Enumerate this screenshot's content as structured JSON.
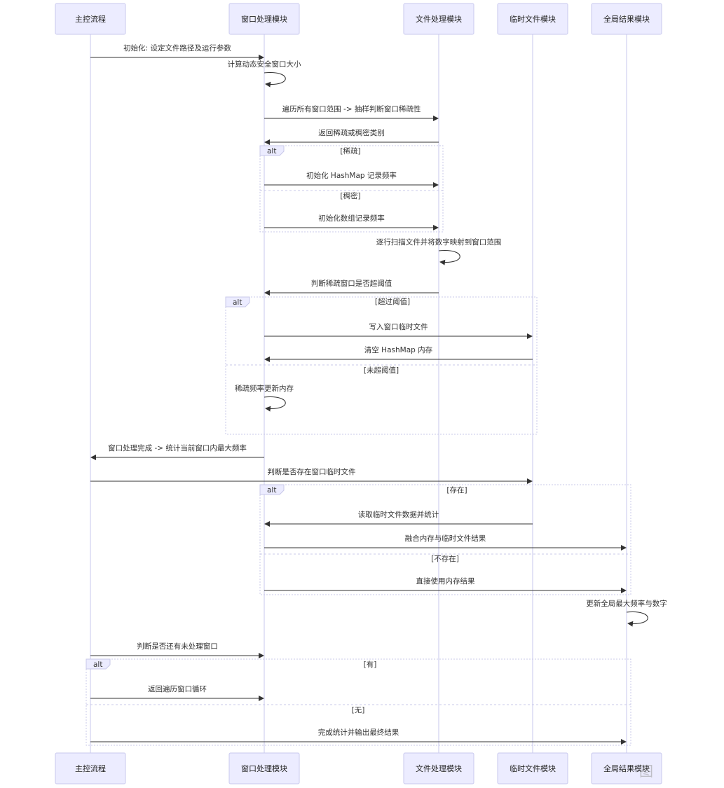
{
  "actors": [
    {
      "id": "main",
      "label": "主控流程"
    },
    {
      "id": "win",
      "label": "窗口处理模块"
    },
    {
      "id": "file",
      "label": "文件处理模块"
    },
    {
      "id": "tmp",
      "label": "临时文件模块"
    },
    {
      "id": "global",
      "label": "全局结果模块"
    }
  ],
  "messages": [
    {
      "from": "main",
      "to": "main",
      "label": ""
    },
    {
      "from": "main",
      "to": "win",
      "label": "初始化: 设定文件路径及运行参数"
    },
    {
      "from": "win",
      "to": "win",
      "label": "计算动态安全窗口大小"
    },
    {
      "from": "win",
      "to": "file",
      "label": "遍历所有窗口范围 -> 抽样判断窗口稀疏性"
    },
    {
      "from": "file",
      "to": "win",
      "label": "返回稀疏或稠密类别"
    },
    {
      "from": "win",
      "to": "file",
      "label": "初始化 HashMap 记录频率"
    },
    {
      "from": "win",
      "to": "file",
      "label": "初始化数组记录频率"
    },
    {
      "from": "file",
      "to": "file",
      "label": "逐行扫描文件并将数字映射到窗口范围"
    },
    {
      "from": "file",
      "to": "win",
      "label": "判断稀疏窗口是否超阈值"
    },
    {
      "from": "win",
      "to": "tmp",
      "label": "写入窗口临时文件"
    },
    {
      "from": "tmp",
      "to": "win",
      "label": "清空 HashMap 内存"
    },
    {
      "from": "win",
      "to": "win",
      "label": "稀疏频率更新内存"
    },
    {
      "from": "win",
      "to": "main",
      "label": "窗口处理完成 -> 统计当前窗口内最大频率"
    },
    {
      "from": "main",
      "to": "tmp",
      "label": "判断是否存在窗口临时文件"
    },
    {
      "from": "tmp",
      "to": "win",
      "label": "读取临时文件数据并统计"
    },
    {
      "from": "win",
      "to": "global",
      "label": "融合内存与临时文件结果"
    },
    {
      "from": "win",
      "to": "global",
      "label": "直接使用内存结果"
    },
    {
      "from": "global",
      "to": "global",
      "label": "更新全局最大频率与数字"
    },
    {
      "from": "main",
      "to": "win",
      "label": "判断是否还有未处理窗口"
    },
    {
      "from": "main",
      "to": "win",
      "label": "返回遍历窗口循环"
    },
    {
      "from": "main",
      "to": "global",
      "label": "完成统计并输出最终结果"
    }
  ],
  "fragments": [
    {
      "type": "alt",
      "conditions": [
        "[稀疏]",
        "[稠密]"
      ]
    },
    {
      "type": "alt",
      "conditions": [
        "[超过阈值]",
        "[未超阈值]"
      ]
    },
    {
      "type": "alt",
      "conditions": [
        "[存在]",
        "[不存在]"
      ]
    },
    {
      "type": "alt",
      "conditions": [
        "[有]",
        "[无]"
      ]
    }
  ],
  "watermark": "图"
}
